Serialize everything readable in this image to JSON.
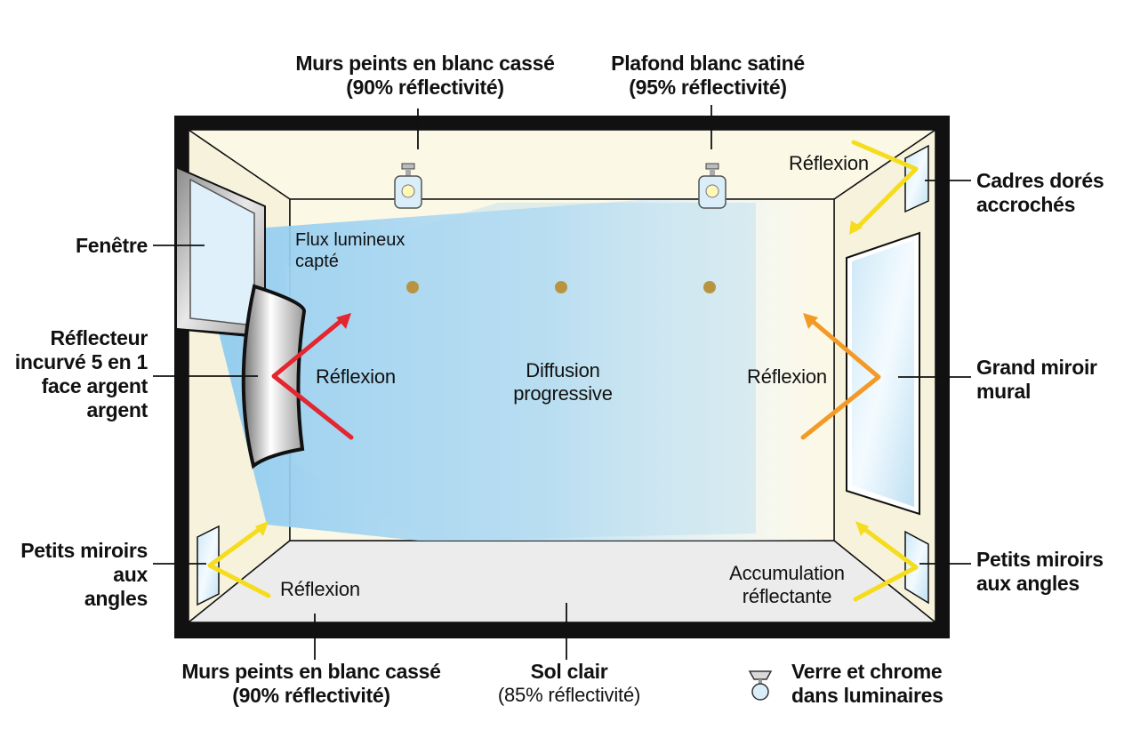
{
  "labels": {
    "walls_top": {
      "line1": "Murs peints en blanc cassé",
      "line2": "(90% réflectivité)"
    },
    "ceiling": {
      "line1": "Plafond blanc satiné",
      "line2": "(95% réflectivité)"
    },
    "frames": {
      "line1": "Cadres dorés",
      "line2": "accrochés"
    },
    "window": {
      "line1": "Fenêtre"
    },
    "reflector": {
      "line1": "Réflecteur",
      "line2": "incurvé 5 en 1",
      "line3": "face argent",
      "line4": "argent"
    },
    "big_mirror": {
      "line1": "Grand miroir",
      "line2": "mural"
    },
    "small_mirrors_left": {
      "line1": "Petits miroirs",
      "line2": "aux",
      "line3": "angles"
    },
    "small_mirrors_right": {
      "line1": "Petits miroirs",
      "line2": "aux angles"
    },
    "walls_bottom": {
      "line1": "Murs peints en blanc cassé",
      "line2": "(90% réflectivité)"
    },
    "floor": {
      "line1": "Sol clair",
      "line2": "(85% réflectivité)"
    },
    "fixtures": {
      "line1": "Verre et chrome",
      "line2": "dans luminaires"
    }
  },
  "annotations": {
    "flux": {
      "line1": "Flux lumineux",
      "line2": "capté"
    },
    "reflexion_left": "Réflexion",
    "diffusion": {
      "line1": "Diffusion",
      "line2": "progressive"
    },
    "reflexion_right": "Réflexion",
    "reflexion_top_right": "Réflexion",
    "reflexion_bottom_left": "Réflexion",
    "accumulation": {
      "line1": "Accumulation",
      "line2": "réflectante"
    }
  },
  "colors": {
    "frame": "#111111",
    "wall": "#fbf8e6",
    "floor": "#ececec",
    "light_beam": "#a9d6f2",
    "arrow_red": "#e3262f",
    "arrow_orange": "#f39a26",
    "arrow_yellow": "#f5dc1d",
    "dot_gold": "#b89440"
  }
}
